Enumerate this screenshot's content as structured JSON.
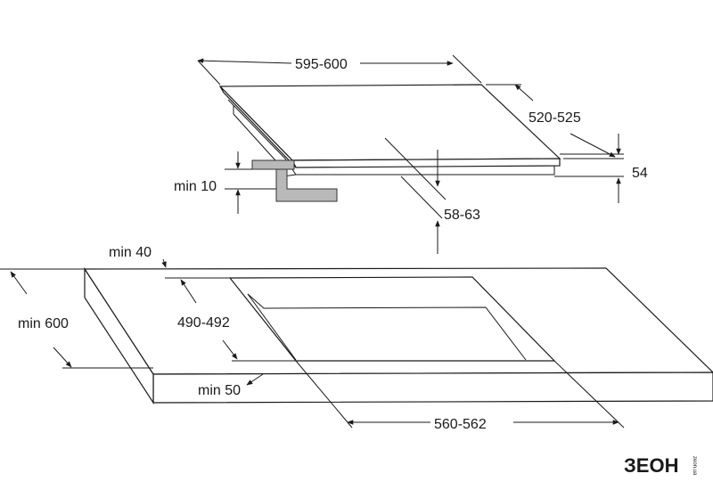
{
  "dimensions": {
    "hob_width": "595-600",
    "hob_depth": "520-525",
    "hob_height": "54",
    "under_clearance": "58-63",
    "bracket_min": "min 10",
    "front_margin_top": "min 40",
    "worktop_depth": "min 600",
    "cutout_depth": "490-492",
    "front_margin_bottom": "min 50",
    "cutout_width": "560-562"
  },
  "logo": {
    "text": "ЗЕОН",
    "subtext": "zeon.ua",
    "color": "#2e9b3e"
  }
}
